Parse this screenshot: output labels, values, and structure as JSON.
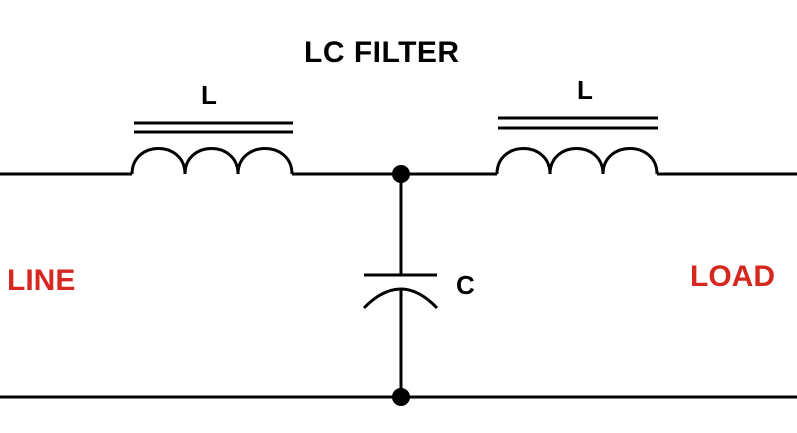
{
  "title": "LC FILTER",
  "inductor_left_label": "L",
  "inductor_right_label": "L",
  "capacitor_label": "C",
  "line_label": "LINE",
  "load_label": "LOAD",
  "colors": {
    "wire": "#000000",
    "text": "#000000",
    "side_labels": "#d6281f"
  }
}
